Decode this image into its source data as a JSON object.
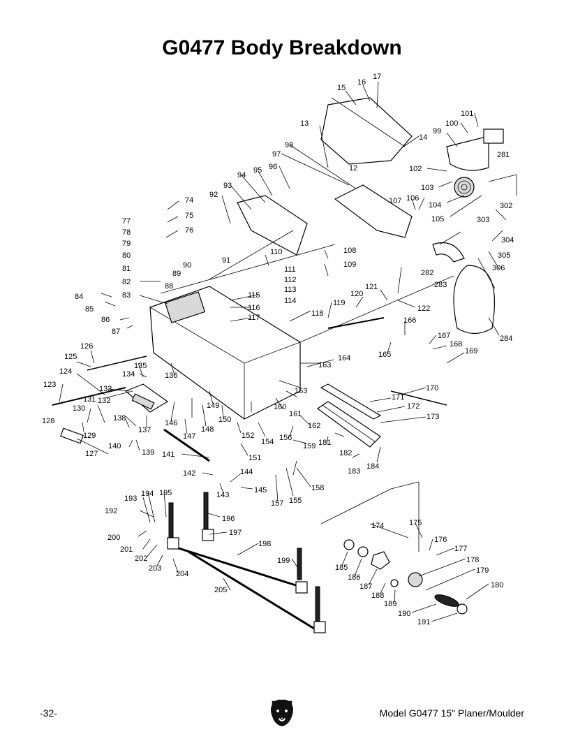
{
  "title": "G0477 Body Breakdown",
  "footer": {
    "page_number": "-32-",
    "model": "Model G0477 15\" Planer/Moulder"
  },
  "logo_icon": "grizzly-bear-logo",
  "labels": [
    "12",
    "13",
    "14",
    "15",
    "16",
    "17",
    "74",
    "75",
    "76",
    "77",
    "78",
    "79",
    "80",
    "81",
    "82",
    "83",
    "84",
    "85",
    "86",
    "87",
    "88",
    "89",
    "90",
    "91",
    "92",
    "93",
    "94",
    "95",
    "96",
    "97",
    "98",
    "99",
    "100",
    "101",
    "102",
    "103",
    "104",
    "105",
    "106",
    "107",
    "108",
    "109",
    "110",
    "111",
    "112",
    "113",
    "114",
    "115",
    "116",
    "117",
    "118",
    "119",
    "120",
    "121",
    "122",
    "123",
    "124",
    "125",
    "126",
    "127",
    "128",
    "129",
    "130",
    "131",
    "132",
    "133",
    "134",
    "135",
    "136",
    "137",
    "138",
    "139",
    "140",
    "141",
    "142",
    "143",
    "144",
    "145",
    "146",
    "147",
    "148",
    "149",
    "150",
    "151",
    "152",
    "153",
    "154",
    "155",
    "156",
    "157",
    "158",
    "159",
    "160",
    "161",
    "162",
    "163",
    "164",
    "165",
    "166",
    "167",
    "168",
    "169",
    "170",
    "171",
    "172",
    "173",
    "174",
    "175",
    "176",
    "177",
    "178",
    "179",
    "180",
    "181",
    "182",
    "183",
    "184",
    "185",
    "186",
    "187",
    "188",
    "189",
    "190",
    "191",
    "192",
    "193",
    "194",
    "195",
    "196",
    "197",
    "198",
    "199",
    "200",
    "201",
    "202",
    "203",
    "204",
    "205",
    "281",
    "282",
    "283",
    "284",
    "302",
    "303",
    "304",
    "305",
    "306"
  ]
}
